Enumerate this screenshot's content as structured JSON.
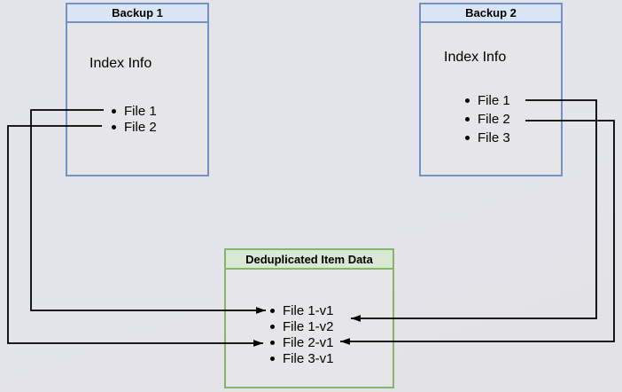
{
  "diagram": {
    "backup1": {
      "title": "Backup 1",
      "subtitle": "Index Info",
      "files": [
        "File 1",
        "File 2"
      ]
    },
    "backup2": {
      "title": "Backup 2",
      "subtitle": "Index Info",
      "files": [
        "File 1",
        "File 2",
        "File 3"
      ]
    },
    "dedup": {
      "title": "Deduplicated Item Data",
      "items": [
        "File 1-v1",
        "File 1-v2",
        "File 2-v1",
        "File 3-v1"
      ]
    },
    "edges": [
      {
        "from": "Backup 1 / File 1",
        "to": "File 1-v1"
      },
      {
        "from": "Backup 1 / File 2",
        "to": "File 2-v1"
      },
      {
        "from": "Backup 2 / File 1",
        "to": "File 1-v2"
      },
      {
        "from": "Backup 2 / File 2",
        "to": "File 2-v1"
      }
    ],
    "colors": {
      "canvas_background": "#e4e4ec",
      "box_fill": "#e6e5e7",
      "backup_header_fill": "#d9e5f5",
      "backup_border": "#7291c4",
      "dedup_header_fill": "#d8e8d2",
      "dedup_border": "#85b566",
      "arrow_color": "#000000",
      "text_color": "#000000"
    }
  }
}
